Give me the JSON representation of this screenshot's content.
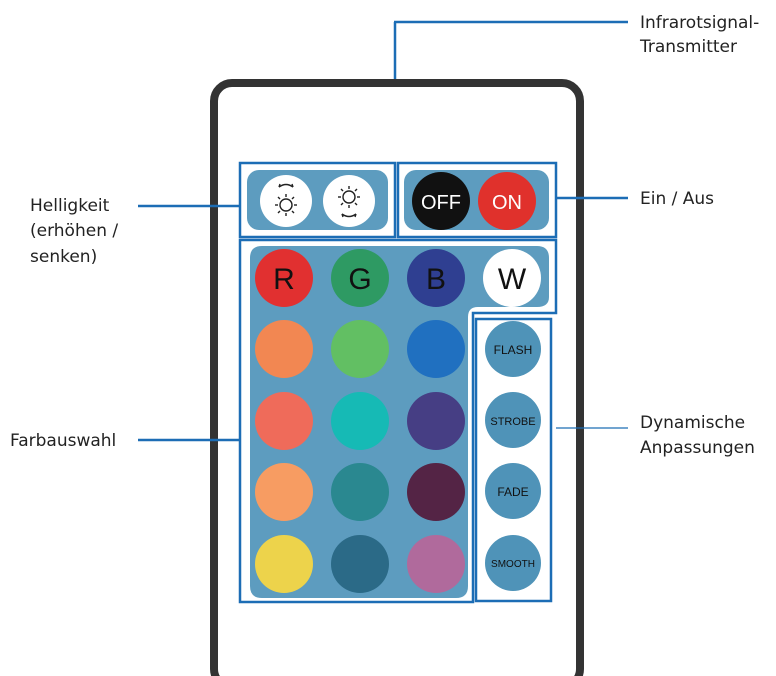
{
  "labels": {
    "transmitter": [
      "Infrarotsignal-",
      "Transmitter"
    ],
    "brightness": [
      "Helligkeit",
      "(erhöhen /",
      "senken)"
    ],
    "power": "Ein / Aus",
    "color_select": "Farbauswahl",
    "dynamic": [
      "Dynamische",
      "Anpassungen"
    ]
  },
  "buttons": {
    "off": "OFF",
    "on": "ON",
    "red": "R",
    "green": "G",
    "blue": "B",
    "white": "W",
    "flash": "FLASH",
    "strobe": "STROBE",
    "fade": "FADE",
    "smooth": "SMOOTH"
  },
  "colors": {
    "outline": "#1c6db5",
    "panel": "#5d9cbf",
    "remote_border": "#333333",
    "off_btn": "#111111",
    "on_btn": "#e0312c",
    "red_btn": "#e13030",
    "green_btn": "#2e9a63",
    "blue_btn": "#2f3f91",
    "white_btn": "#ffffff",
    "mode_btn": "#4f93b8",
    "palette": [
      [
        "#f28752",
        "#62bf63",
        "#2070c0"
      ],
      [
        "#ef6b5a",
        "#16bab5",
        "#463e84"
      ],
      [
        "#f79c62",
        "#2a8890",
        "#542445"
      ],
      [
        "#edd34b",
        "#2b6a87",
        "#b06a9c"
      ]
    ]
  }
}
